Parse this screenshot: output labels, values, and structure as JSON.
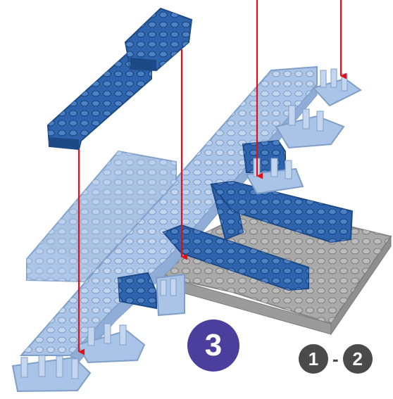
{
  "instructions": {
    "step_number": "3",
    "substep_start": "1",
    "substep_separator": "-",
    "substep_end": "2"
  },
  "colors": {
    "light_brick": "#a9c4e6",
    "light_brick_edge": "#7f9fc8",
    "dark_brick": "#2d64ad",
    "dark_brick_edge": "#1d4a86",
    "gray_plate": "#a9a9a9",
    "gray_plate_edge": "#858585",
    "arrow": "#e0101a",
    "step_badge": "#4b3f9e",
    "substep_circle": "#4a4a4a",
    "substep_separator": "#4a4a4a"
  },
  "icons": {
    "step_badge": "numbered-circle",
    "placement_arrow": "down-arrow"
  }
}
